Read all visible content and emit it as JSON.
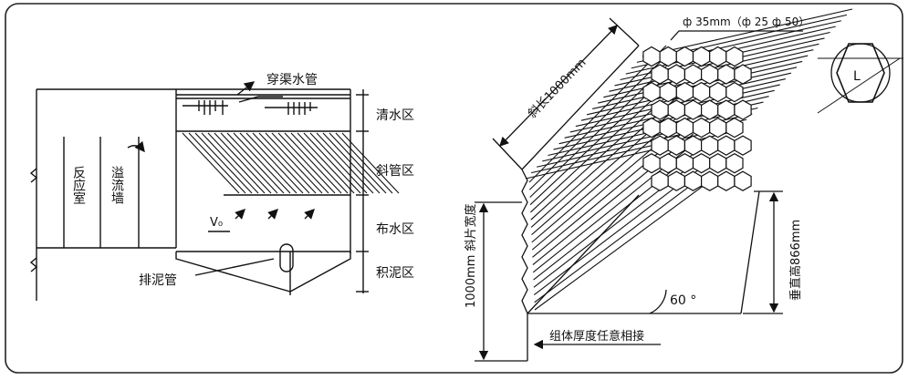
{
  "left_diagram": {
    "pipe_label": "穿渠水管",
    "zones": [
      "清水区",
      "斜管区",
      "布水区",
      "积泥区"
    ],
    "reaction_chamber": "反应室",
    "weir_wall": "溢流墙",
    "velocity_symbol": "V₀",
    "sludge_pipe": "排泥管"
  },
  "right_diagram": {
    "tube_diameter": "ф 35mm（ф 25 ф 50）",
    "slant_length": "斜长1000mm",
    "width_label": "1000mm 斜片宽度",
    "vertical_height": "垂直高866mm",
    "angle": "60 °",
    "assembly_note": "组体厚度任意相接",
    "hex_symbol": "L"
  }
}
